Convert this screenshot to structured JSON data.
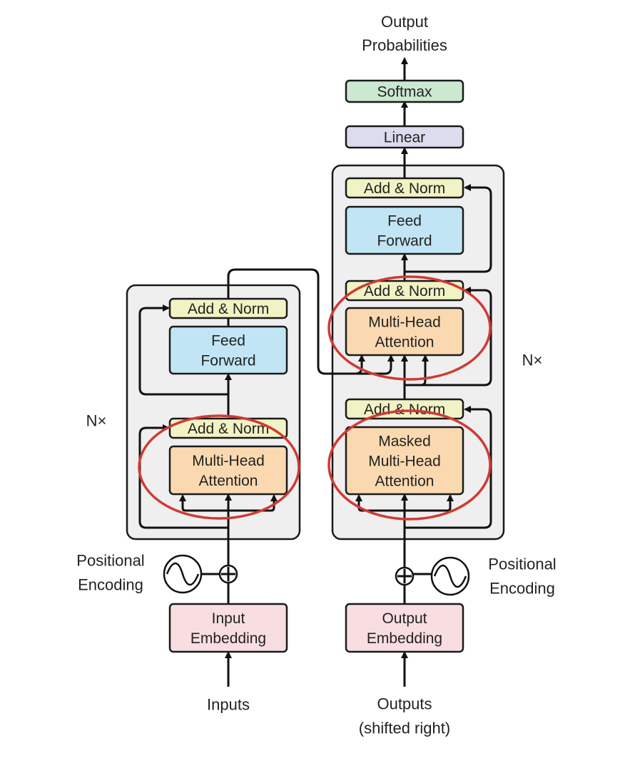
{
  "colors": {
    "add_norm": "#f2f3c4",
    "feed_forward": "#c1e5f4",
    "attention": "#fbd9b0",
    "embedding": "#f8dde1",
    "linear": "#dcdcef",
    "softmax": "#cbe8d0",
    "stack_bg": "#efefef",
    "highlight": "#cf3a35"
  },
  "labels": {
    "output_probabilities": [
      "Output",
      "Probabilities"
    ],
    "inputs": [
      "Inputs"
    ],
    "outputs": [
      "Outputs",
      "(shifted right)"
    ],
    "positional_encoding_left": [
      "Positional",
      "Encoding"
    ],
    "positional_encoding_right": [
      "Positional",
      "Encoding"
    ],
    "encoder_repeat": "N×",
    "decoder_repeat": "N×"
  },
  "blocks": {
    "softmax": [
      "Softmax"
    ],
    "linear": [
      "Linear"
    ],
    "dec_add_norm_3": [
      "Add & Norm"
    ],
    "dec_feed_forward": [
      "Feed",
      "Forward"
    ],
    "dec_add_norm_2": [
      "Add & Norm"
    ],
    "dec_cross_attention": [
      "Multi-Head",
      "Attention"
    ],
    "dec_add_norm_1": [
      "Add & Norm"
    ],
    "dec_masked_attention": [
      "Masked",
      "Multi-Head",
      "Attention"
    ],
    "enc_add_norm_2": [
      "Add & Norm"
    ],
    "enc_feed_forward": [
      "Feed",
      "Forward"
    ],
    "enc_add_norm_1": [
      "Add & Norm"
    ],
    "enc_attention": [
      "Multi-Head",
      "Attention"
    ],
    "input_embedding": [
      "Input",
      "Embedding"
    ],
    "output_embedding": [
      "Output",
      "Embedding"
    ]
  }
}
